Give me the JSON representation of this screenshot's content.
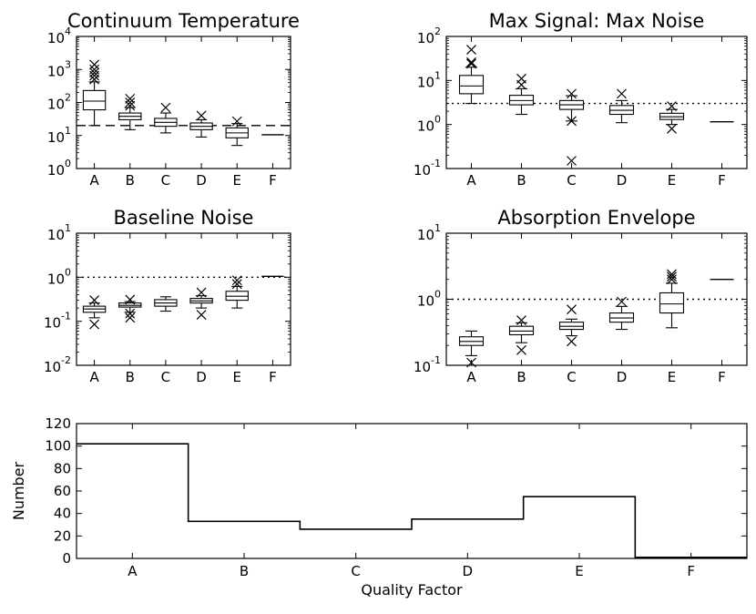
{
  "chart_data": [
    {
      "type": "box",
      "title": "Continuum Temperature",
      "yscale": "log",
      "ylim": [
        1,
        10000
      ],
      "yticks": [
        {
          "base": "10",
          "exp": "0"
        },
        {
          "base": "10",
          "exp": "1"
        },
        {
          "base": "10",
          "exp": "2"
        },
        {
          "base": "10",
          "exp": "3"
        },
        {
          "base": "10",
          "exp": "4"
        }
      ],
      "categories": [
        "A",
        "B",
        "C",
        "D",
        "E",
        "F"
      ],
      "reference_line": {
        "value": 20,
        "style": "dashed"
      },
      "boxes": [
        {
          "whisker_low": 20,
          "q1": 60,
          "median": 110,
          "q3": 230,
          "whisker_high": 420,
          "outliers": [
            500,
            650,
            800,
            1000,
            1400
          ]
        },
        {
          "whisker_low": 15,
          "q1": 30,
          "median": 38,
          "q3": 48,
          "whisker_high": 70,
          "outliers": [
            80,
            100,
            130
          ]
        },
        {
          "whisker_low": 12,
          "q1": 19,
          "median": 25,
          "q3": 33,
          "whisker_high": 48,
          "outliers": [
            70
          ]
        },
        {
          "whisker_low": 9,
          "q1": 15,
          "median": 19,
          "q3": 24,
          "whisker_high": 30,
          "outliers": [
            40
          ]
        },
        {
          "whisker_low": 5,
          "q1": 8.5,
          "median": 12,
          "q3": 17,
          "whisker_high": 23,
          "outliers": [
            27
          ]
        },
        {
          "whisker_low": 10.5,
          "q1": 10.5,
          "median": 10.5,
          "q3": 10.5,
          "whisker_high": 10.5,
          "outliers": []
        }
      ]
    },
    {
      "type": "box",
      "title": "Max Signal: Max Noise",
      "yscale": "log",
      "ylim": [
        0.1,
        100
      ],
      "yticks": [
        {
          "base": "10",
          "exp": "-1"
        },
        {
          "base": "10",
          "exp": "0"
        },
        {
          "base": "10",
          "exp": "1"
        },
        {
          "base": "10",
          "exp": "2"
        }
      ],
      "categories": [
        "A",
        "B",
        "C",
        "D",
        "E",
        "F"
      ],
      "reference_line": {
        "value": 3,
        "style": "dotted"
      },
      "boxes": [
        {
          "whisker_low": 3,
          "q1": 5,
          "median": 7.5,
          "q3": 13,
          "whisker_high": 20,
          "outliers": [
            24,
            26,
            50
          ]
        },
        {
          "whisker_low": 1.7,
          "q1": 2.8,
          "median": 3.5,
          "q3": 4.6,
          "whisker_high": 6.5,
          "outliers": [
            8,
            11
          ]
        },
        {
          "whisker_low": 1.2,
          "q1": 2.2,
          "median": 2.8,
          "q3": 3.5,
          "whisker_high": 4.5,
          "outliers": [
            5,
            1.2,
            0.15
          ]
        },
        {
          "whisker_low": 1.1,
          "q1": 1.7,
          "median": 2.1,
          "q3": 2.7,
          "whisker_high": 3.5,
          "outliers": [
            5
          ]
        },
        {
          "whisker_low": 1,
          "q1": 1.3,
          "median": 1.5,
          "q3": 1.8,
          "whisker_high": 2.2,
          "outliers": [
            2.6,
            0.8
          ]
        },
        {
          "whisker_low": 1.15,
          "q1": 1.15,
          "median": 1.15,
          "q3": 1.15,
          "whisker_high": 1.15,
          "outliers": []
        }
      ]
    },
    {
      "type": "box",
      "title": "Baseline Noise",
      "yscale": "log",
      "ylim": [
        0.01,
        10
      ],
      "yticks": [
        {
          "base": "10",
          "exp": "-2"
        },
        {
          "base": "10",
          "exp": "-1"
        },
        {
          "base": "10",
          "exp": "0"
        },
        {
          "base": "10",
          "exp": "1"
        }
      ],
      "categories": [
        "A",
        "B",
        "C",
        "D",
        "E",
        "F"
      ],
      "reference_line": {
        "value": 1,
        "style": "dotted"
      },
      "boxes": [
        {
          "whisker_low": 0.12,
          "q1": 0.16,
          "median": 0.19,
          "q3": 0.22,
          "whisker_high": 0.26,
          "outliers": [
            0.3,
            0.085
          ]
        },
        {
          "whisker_low": 0.16,
          "q1": 0.21,
          "median": 0.23,
          "q3": 0.26,
          "whisker_high": 0.28,
          "outliers": [
            0.31,
            0.15,
            0.12
          ]
        },
        {
          "whisker_low": 0.17,
          "q1": 0.22,
          "median": 0.26,
          "q3": 0.31,
          "whisker_high": 0.36,
          "outliers": []
        },
        {
          "whisker_low": 0.2,
          "q1": 0.26,
          "median": 0.29,
          "q3": 0.33,
          "whisker_high": 0.38,
          "outliers": [
            0.45,
            0.14
          ]
        },
        {
          "whisker_low": 0.2,
          "q1": 0.3,
          "median": 0.37,
          "q3": 0.48,
          "whisker_high": 0.62,
          "outliers": [
            0.7,
            0.85
          ]
        },
        {
          "whisker_low": 1.05,
          "q1": 1.05,
          "median": 1.05,
          "q3": 1.05,
          "whisker_high": 1.05,
          "outliers": []
        }
      ]
    },
    {
      "type": "box",
      "title": "Absorption Envelope",
      "yscale": "log",
      "ylim": [
        0.1,
        10
      ],
      "yticks": [
        {
          "base": "10",
          "exp": "-1"
        },
        {
          "base": "10",
          "exp": "0"
        },
        {
          "base": "10",
          "exp": "1"
        }
      ],
      "categories": [
        "A",
        "B",
        "C",
        "D",
        "E",
        "F"
      ],
      "reference_line": {
        "value": 1,
        "style": "dotted"
      },
      "boxes": [
        {
          "whisker_low": 0.14,
          "q1": 0.2,
          "median": 0.23,
          "q3": 0.27,
          "whisker_high": 0.33,
          "outliers": [
            0.11
          ]
        },
        {
          "whisker_low": 0.22,
          "q1": 0.29,
          "median": 0.33,
          "q3": 0.39,
          "whisker_high": 0.44,
          "outliers": [
            0.48,
            0.17
          ]
        },
        {
          "whisker_low": 0.28,
          "q1": 0.35,
          "median": 0.39,
          "q3": 0.45,
          "whisker_high": 0.5,
          "outliers": [
            0.7,
            0.23
          ]
        },
        {
          "whisker_low": 0.35,
          "q1": 0.45,
          "median": 0.52,
          "q3": 0.62,
          "whisker_high": 0.78,
          "outliers": [
            0.92
          ]
        },
        {
          "whisker_low": 0.37,
          "q1": 0.62,
          "median": 0.85,
          "q3": 1.25,
          "whisker_high": 1.75,
          "outliers": [
            2,
            2.2,
            2.4
          ]
        },
        {
          "whisker_low": 2,
          "q1": 2,
          "median": 2,
          "q3": 2,
          "whisker_high": 2,
          "outliers": []
        }
      ]
    },
    {
      "type": "bar",
      "title": "",
      "xlabel": "Quality Factor",
      "ylabel": "Number",
      "ylim": [
        0,
        120
      ],
      "yticks": [
        0,
        20,
        40,
        60,
        80,
        100,
        120
      ],
      "categories": [
        "A",
        "B",
        "C",
        "D",
        "E",
        "F"
      ],
      "values": [
        102,
        33,
        26,
        35,
        55,
        1
      ],
      "style": "step"
    }
  ]
}
